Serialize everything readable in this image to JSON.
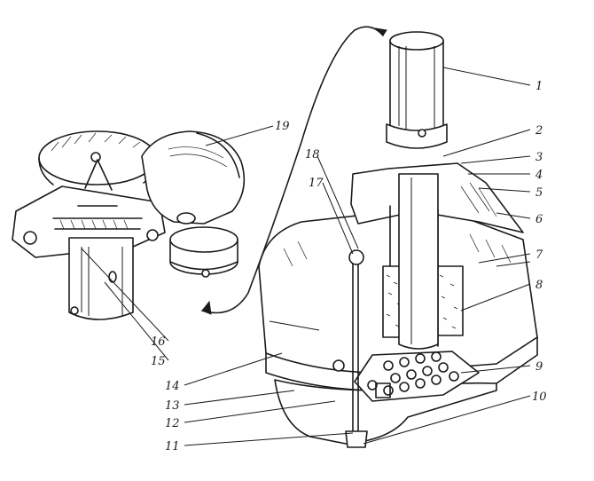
{
  "callouts": [
    {
      "id": 1,
      "text": "1"
    },
    {
      "id": 2,
      "text": "2"
    },
    {
      "id": 3,
      "text": "3"
    },
    {
      "id": 4,
      "text": "4"
    },
    {
      "id": 5,
      "text": "5"
    },
    {
      "id": 6,
      "text": "6"
    },
    {
      "id": 7,
      "text": "7"
    },
    {
      "id": 8,
      "text": "8"
    },
    {
      "id": 9,
      "text": "9"
    },
    {
      "id": 10,
      "text": "10"
    },
    {
      "id": 11,
      "text": "11"
    },
    {
      "id": 12,
      "text": "12"
    },
    {
      "id": 13,
      "text": "13"
    },
    {
      "id": 14,
      "text": "14"
    },
    {
      "id": 15,
      "text": "15"
    },
    {
      "id": 16,
      "text": "16"
    },
    {
      "id": 17,
      "text": "17"
    },
    {
      "id": 18,
      "text": "18"
    },
    {
      "id": 19,
      "text": "19"
    }
  ]
}
